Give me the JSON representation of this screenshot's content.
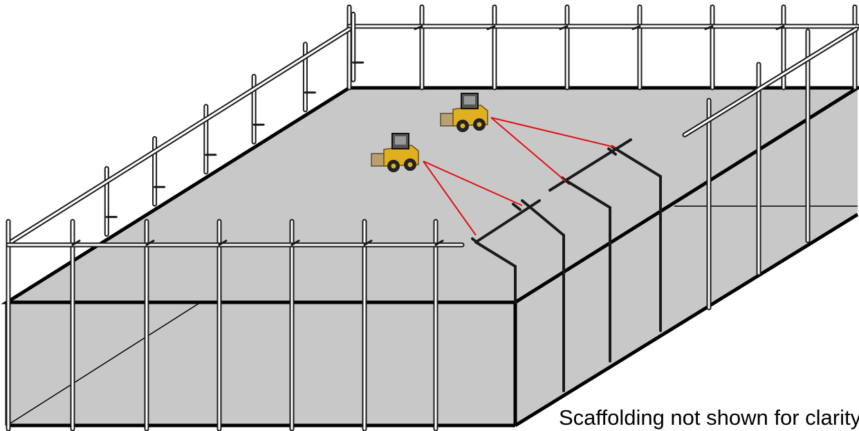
{
  "caption": "Scaffolding not shown for clarity",
  "colors": {
    "background": "#ffffff",
    "roof": "#c8c8c8",
    "wall": "#c8c8c8",
    "edge": "#000000",
    "guardrail": "#1a1a1a",
    "control_line": "#e01010",
    "loader_body": "#e0b020",
    "loader_wheel": "#222222",
    "loader_bucket": "#b8a070"
  },
  "loaders": [
    {
      "name": "skid-steer-loader-1"
    },
    {
      "name": "skid-steer-loader-2"
    }
  ]
}
